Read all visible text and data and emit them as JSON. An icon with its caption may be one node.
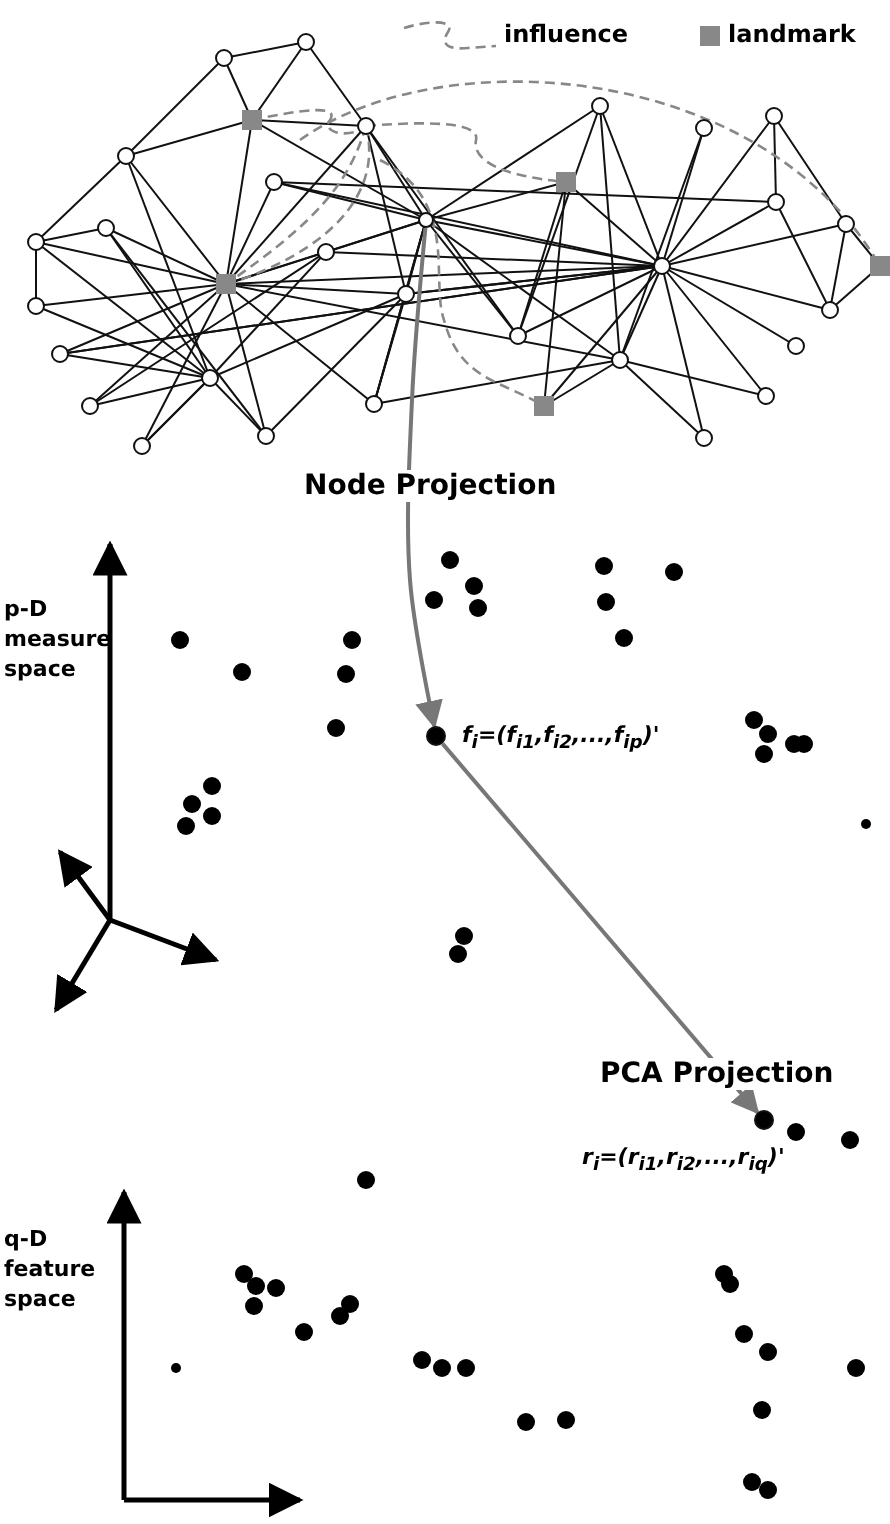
{
  "diagram": {
    "nodes": [
      {
        "text": [],
        "shape": "circle"
      },
      {
        "text": [],
        "shape": "circle",
        "beside": [
          "f$_{i}$=(f$_{i1}$,f$_{i2}$,...,f$_{ip}$)'"
        ]
      },
      {
        "text": [],
        "shape": "circle",
        "beside": [
          "r$_{i}$=(r$_{i1}$,r$_{i2}$,...,r$_{iq}$)'"
        ]
      }
    ],
    "edges": [
      {
        "from": 0,
        "to": 1,
        "arrow": "to",
        "label": "Node Projection",
        "color": "#777777"
      },
      {
        "from": 1,
        "to": 2,
        "arrow": "to",
        "label": "PCA Projection",
        "color": "#777777"
      }
    ],
    "labels": [
      "p-D measure space",
      "q-D feature space"
    ],
    "legend": [
      {
        "text": "influence"
      },
      {
        "text": "landmark",
        "color": "#888888"
      }
    ]
  }
}
